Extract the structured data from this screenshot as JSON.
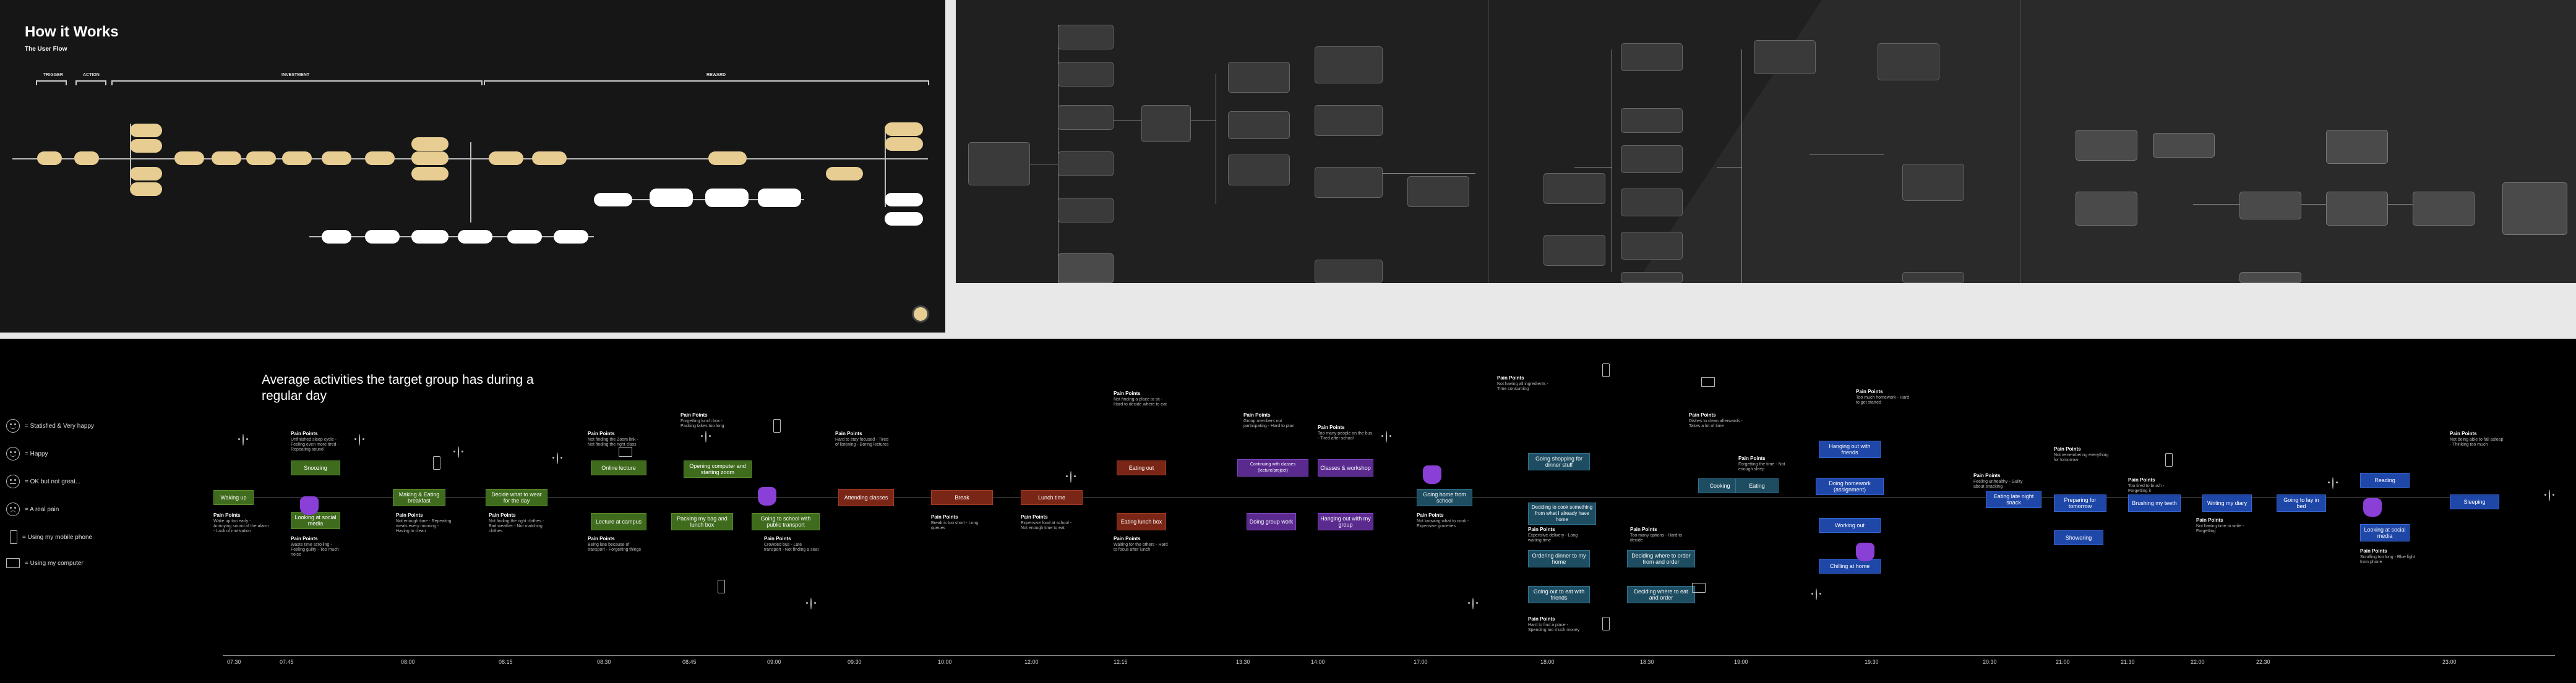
{
  "flow": {
    "title": "How it Works",
    "subtitle": "The User Flow",
    "brackets": {
      "trigger": "TRIGGER",
      "action": "ACTION",
      "investment": "INVESTMENT",
      "reward": "REWARD"
    }
  },
  "journey": {
    "heading": "Average activities the target group has during a regular day",
    "legend": [
      {
        "icon": "very-happy-face-icon",
        "label": "= Statisfied & Very happy"
      },
      {
        "icon": "happy-face-icon",
        "label": "= Happy"
      },
      {
        "icon": "neutral-face-icon",
        "label": "= OK but not great..."
      },
      {
        "icon": "sad-face-icon",
        "label": "= A real pain"
      },
      {
        "icon": "mobile-phone-icon",
        "label": "= Using my mobile phone"
      },
      {
        "icon": "computer-icon",
        "label": "= Using my computer"
      }
    ],
    "activities": [
      {
        "label": "Waking up",
        "color": "green"
      },
      {
        "label": "Snoozing",
        "color": "green"
      },
      {
        "label": "Looking at social media",
        "color": "green"
      },
      {
        "label": "Making & Eating breakfast",
        "color": "green"
      },
      {
        "label": "Decide what to wear for the day",
        "color": "green"
      },
      {
        "label": "Online lecture",
        "color": "green"
      },
      {
        "label": "Lecture at campus",
        "color": "green"
      },
      {
        "label": "Opening computer and starting zoom",
        "color": "green"
      },
      {
        "label": "Packing my bag and lunch box",
        "color": "green"
      },
      {
        "label": "Going to school with public transport",
        "color": "green"
      },
      {
        "label": "Attending classes",
        "color": "red"
      },
      {
        "label": "Break",
        "color": "red"
      },
      {
        "label": "Lunch time",
        "color": "red"
      },
      {
        "label": "Eating out",
        "color": "red"
      },
      {
        "label": "Eating lunch box",
        "color": "red"
      },
      {
        "label": "Continuing with classes (lecture/project)",
        "color": "purple"
      },
      {
        "label": "Doing group work",
        "color": "purple"
      },
      {
        "label": "Classes & workshop",
        "color": "purple"
      },
      {
        "label": "Hanging out with my group",
        "color": "purple"
      },
      {
        "label": "Going home from school",
        "color": "teal"
      },
      {
        "label": "Going shopping for dinner stuff",
        "color": "teal"
      },
      {
        "label": "Deciding to cook something from what I already have home",
        "color": "teal"
      },
      {
        "label": "Ordering dinner to my home",
        "color": "teal"
      },
      {
        "label": "Going out to eat with friends",
        "color": "teal"
      },
      {
        "label": "Deciding where to order from and order",
        "color": "teal"
      },
      {
        "label": "Deciding where to eat and order",
        "color": "teal"
      },
      {
        "label": "Cooking",
        "color": "teal"
      },
      {
        "label": "Eating",
        "color": "teal"
      },
      {
        "label": "Hanging out with friends",
        "color": "blue"
      },
      {
        "label": "Doing homework (assignment)",
        "color": "blue"
      },
      {
        "label": "Working out",
        "color": "blue"
      },
      {
        "label": "Chilling at home",
        "color": "blue"
      },
      {
        "label": "Eating late night snack",
        "color": "blue"
      },
      {
        "label": "Showering",
        "color": "blue"
      },
      {
        "label": "Preparing for tomorrow",
        "color": "blue"
      },
      {
        "label": "Brushing my teeth",
        "color": "blue"
      },
      {
        "label": "Writing my diary",
        "color": "blue"
      },
      {
        "label": "Going to lay in bed",
        "color": "blue"
      },
      {
        "label": "Reading",
        "color": "blue"
      },
      {
        "label": "Looking at social media",
        "color": "blue"
      },
      {
        "label": "Sleeping",
        "color": "blue"
      }
    ],
    "pain_points_label": "Pain Points",
    "pain_points": [
      "Wake up too early - Annoying sound of the alarm - Lack of motivation",
      "Unfinished sleep cycle - Feeling even more tired - Repeating sound",
      "Waste time scrolling - Feeling guilty - Too much noise",
      "Not enough time - Repeating meals every morning - Having to clean",
      "Not finding the right clothes - Bad weather - Not matching clothes",
      "Not finding the Zoom link - Not finding the right class",
      "Being late because of transport - Forgetting things",
      "Forgetting lunch box - Packing takes too long",
      "Crowded bus - Late transport - Not finding a seat",
      "Hard to stay focused - Tired of listening - Boring lectures",
      "Break is too short - Long queues",
      "Expensive food at school - Not enough time to eat",
      "Not finding a place to sit - Hard to decide where to eat",
      "Waiting for the others - Hard to focus after lunch",
      "Group members not participating - Hard to plan",
      "Too many people on the bus - Tired after school",
      "Not knowing what to cook - Expensive groceries",
      "Not having all ingredients - Time consuming",
      "Expensive delivery - Long waiting time",
      "Hard to find a place - Spending too much money",
      "Too many options - Hard to decide",
      "Dishes to clean afterwards - Takes a lot of time",
      "Forgetting the time - Not enough sleep",
      "Too much homework - Hard to get started",
      "Feeling unhealthy - Guilty about snacking",
      "Not remembering everything for tomorrow",
      "Too tired to brush - Forgetting it",
      "Not having time to write - Forgetting",
      "Scrolling too long - Blue light from phone",
      "Not being able to fall asleep - Thinking too much"
    ],
    "times": [
      "07:30",
      "07:45",
      "08:00",
      "08:15",
      "08:30",
      "08:45",
      "09:00",
      "09:30",
      "10:00",
      "12:00",
      "12:15",
      "13:30",
      "14:00",
      "17:00",
      "18:00",
      "18:30",
      "19:00",
      "19:30",
      "20:30",
      "21:00",
      "21:30",
      "22:00",
      "22:30",
      "23:00"
    ]
  }
}
